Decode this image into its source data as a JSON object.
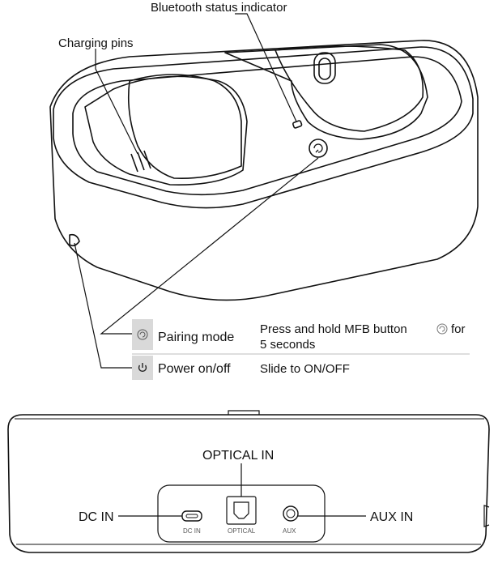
{
  "top_view": {
    "callouts": {
      "bluetooth_status_indicator": "Bluetooth status indicator",
      "charging_pins": "Charging pins"
    },
    "table": [
      {
        "icon": "pairing-icon",
        "mode": "Pairing mode",
        "description_line1": "Press and hold MFB button",
        "description_line1_suffix": "for",
        "description_line2": "5 seconds"
      },
      {
        "icon": "power-icon",
        "mode": "Power on/off",
        "description_line1": "Slide to ON/OFF",
        "description_line1_suffix": "",
        "description_line2": ""
      }
    ]
  },
  "rear_view": {
    "callouts": {
      "optical_in": "OPTICAL IN",
      "dc_in": "DC IN",
      "aux_in": "AUX IN"
    },
    "port_labels": {
      "dc": "DC IN",
      "optical": "OPTICAL",
      "aux": "AUX"
    }
  },
  "colors": {
    "line": "#111111",
    "table_icon_bg": "#d9d9d9",
    "rule": "#bdbdbd"
  }
}
